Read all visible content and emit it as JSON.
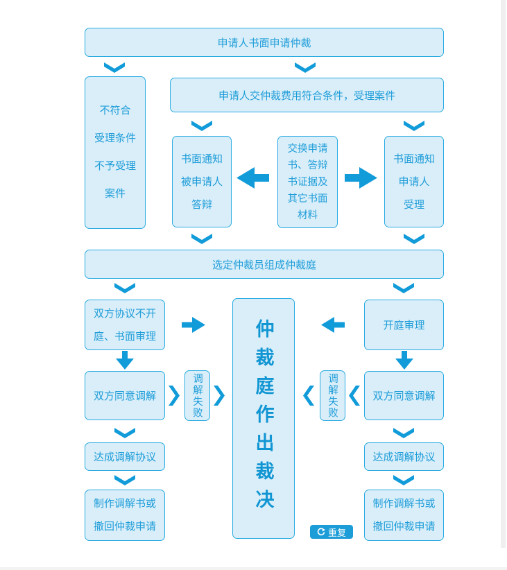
{
  "colors": {
    "box_fill": "#d9eef9",
    "box_border": "#29abe2",
    "text_blue": "#1f9dd9",
    "arrow_blue": "#119bd9",
    "button_bg": "#1d9dd8",
    "button_text": "#ffffff"
  },
  "flowchart": {
    "nodes": {
      "apply": "申请人书面申请仲裁",
      "reject": "不符合\n受理条件\n不予受理\n案件",
      "accept": "申请人交仲裁费用符合条件，受理案件",
      "notify_respondent": "书面通知\n被申请人\n答辩",
      "exchange": "交换申请\n书、答辩\n书证据及\n其它书面\n材料",
      "notify_applicant": "书面通知\n申请人\n受理",
      "tribunal": "选定仲裁员组成仲裁庭",
      "no_hearing": "双方协议不开\n庭、书面审理",
      "hearing": "开庭审理",
      "award": "仲裁庭作出裁决",
      "agree_mediate_left": "双方同意调解",
      "agree_mediate_right": "双方同意调解",
      "mediation_fail_left": "调解失败",
      "mediation_fail_right": "调解失败",
      "agreement_left": "达成调解协议",
      "agreement_right": "达成调解协议",
      "make_doc_left": "制作调解书或\n撤回仲裁申请",
      "make_doc_right": "制作调解书或\n撤回仲裁申请"
    },
    "repeat_button": {
      "label": "重复"
    }
  }
}
